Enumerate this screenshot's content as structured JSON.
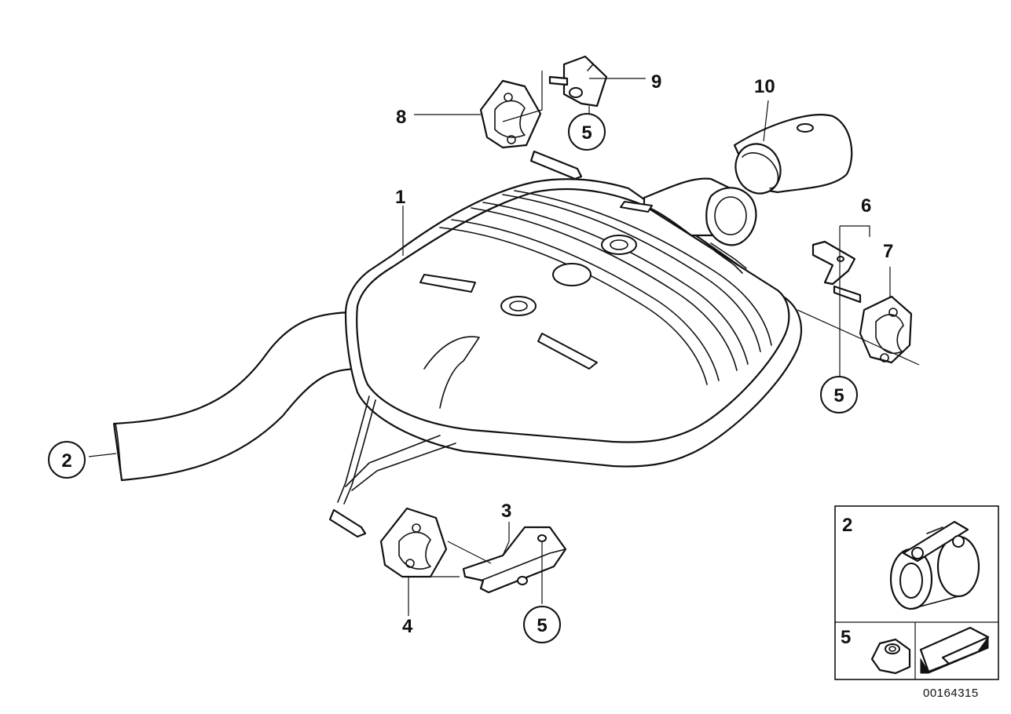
{
  "callouts": {
    "muffler": "1",
    "pipe": "2",
    "bracket_front": "3",
    "hanger_front": "4",
    "nut_front": "5",
    "bracket_right": "6",
    "hanger_right": "7",
    "nut_right": "5",
    "hanger_top": "8",
    "bracket_top": "9",
    "nut_top": "5",
    "tailpipe_trim": "10"
  },
  "inset": {
    "clamp_label": "2",
    "nut_label": "5"
  },
  "doc_number": "00164315",
  "colors": {
    "ink": "#111111",
    "paper": "#ffffff"
  }
}
